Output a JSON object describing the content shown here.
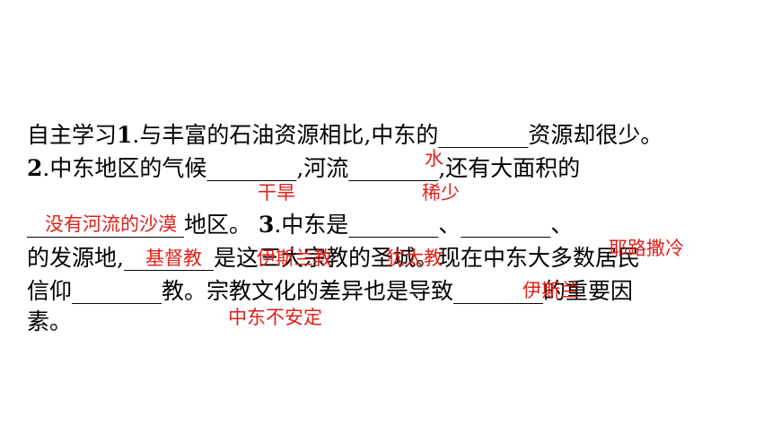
{
  "section_label": "自主学习",
  "lines": {
    "l1": {
      "num": "1",
      "text": ".与丰富的石油资源相比,中东的",
      "blank": "________",
      "tail": "资源却很少。"
    },
    "l2": {
      "num": "2",
      "t1": ".中东地区的气候",
      "b1": "________",
      "t2": ",河流",
      "b2": "________",
      "t3": ",还有大面积的"
    },
    "l3": {
      "b1": "______________",
      "t1": "地区。 ",
      "num": "3",
      "t2": ".中东是",
      "b2": "________",
      "t3": "、",
      "b3": "________",
      "t4": "、"
    },
    "l4": {
      "t1": "的发源地,",
      "b1": "________",
      "t2": "是这三大宗教的圣城。现在中东大多数居民"
    },
    "l5": {
      "t1": "信仰",
      "b1": "________",
      "t2": "教。宗教文化的差异也是导致",
      "b2": "________",
      "t3": "的重要因"
    },
    "l6": {
      "t1": "素。"
    }
  },
  "answers": {
    "water": "水",
    "drought": "干旱",
    "scarce": "稀少",
    "desert": "没有河流的沙漠",
    "christianity": "基督教",
    "islam_1": "伊斯兰教",
    "judaism": "犹太教",
    "jerusalem": "耶路撒冷",
    "islam_2": "伊斯兰",
    "instability": "中东不安定"
  },
  "colors": {
    "text": "#000000",
    "answer": "#e0201a"
  }
}
